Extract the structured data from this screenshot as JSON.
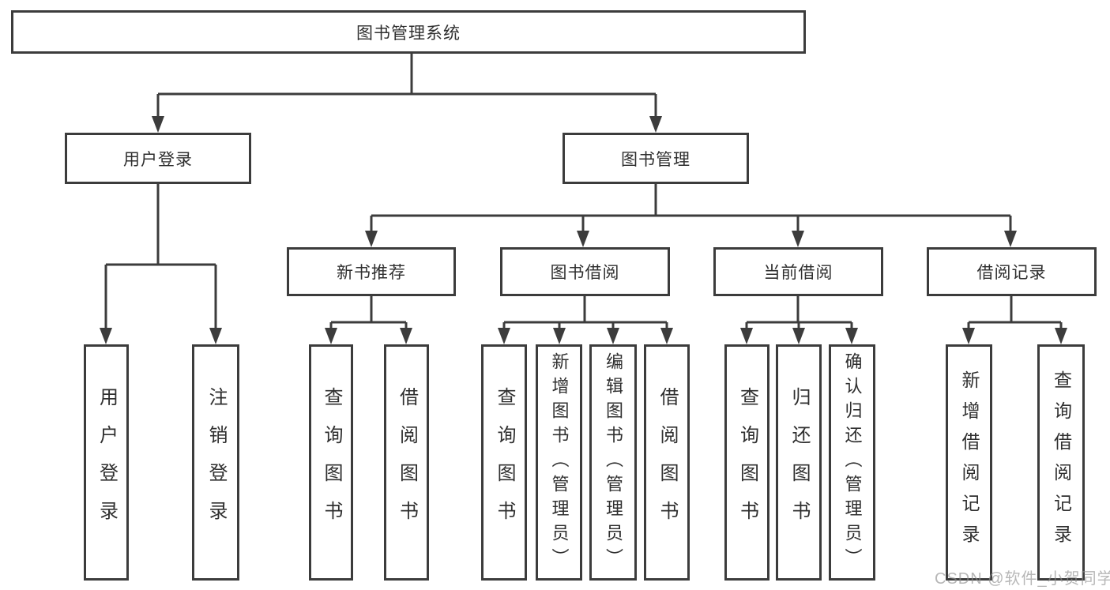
{
  "diagram_title": "图书管理系统",
  "colors": {
    "line": "#3c3c3c",
    "box_border": "#3c3c3c",
    "box_fill": "#ffffff",
    "text": "#2f2f2f",
    "watermark": "#919191",
    "background": "#ffffff"
  },
  "tree": {
    "root": {
      "label": "图书管理系统"
    },
    "branches": [
      {
        "label": "用户登录",
        "children": [
          {
            "label": "用户登录"
          },
          {
            "label": "注销登录"
          }
        ]
      },
      {
        "label": "图书管理",
        "children": [
          {
            "label": "新书推荐",
            "children": [
              {
                "label": "查询图书"
              },
              {
                "label": "借阅图书"
              }
            ]
          },
          {
            "label": "图书借阅",
            "children": [
              {
                "label": "查询图书"
              },
              {
                "label": "新增图书（管理员）"
              },
              {
                "label": "编辑图书（管理员）"
              },
              {
                "label": "借阅图书"
              }
            ]
          },
          {
            "label": "当前借阅",
            "children": [
              {
                "label": "查询图书"
              },
              {
                "label": "归还图书"
              },
              {
                "label": "确认归还（管理员）"
              }
            ]
          },
          {
            "label": "借阅记录",
            "children": [
              {
                "label": "新增借阅记录"
              },
              {
                "label": "查询借阅记录"
              }
            ]
          }
        ]
      }
    ]
  },
  "watermark": {
    "text": "CSDN @软件_小贺同学"
  }
}
